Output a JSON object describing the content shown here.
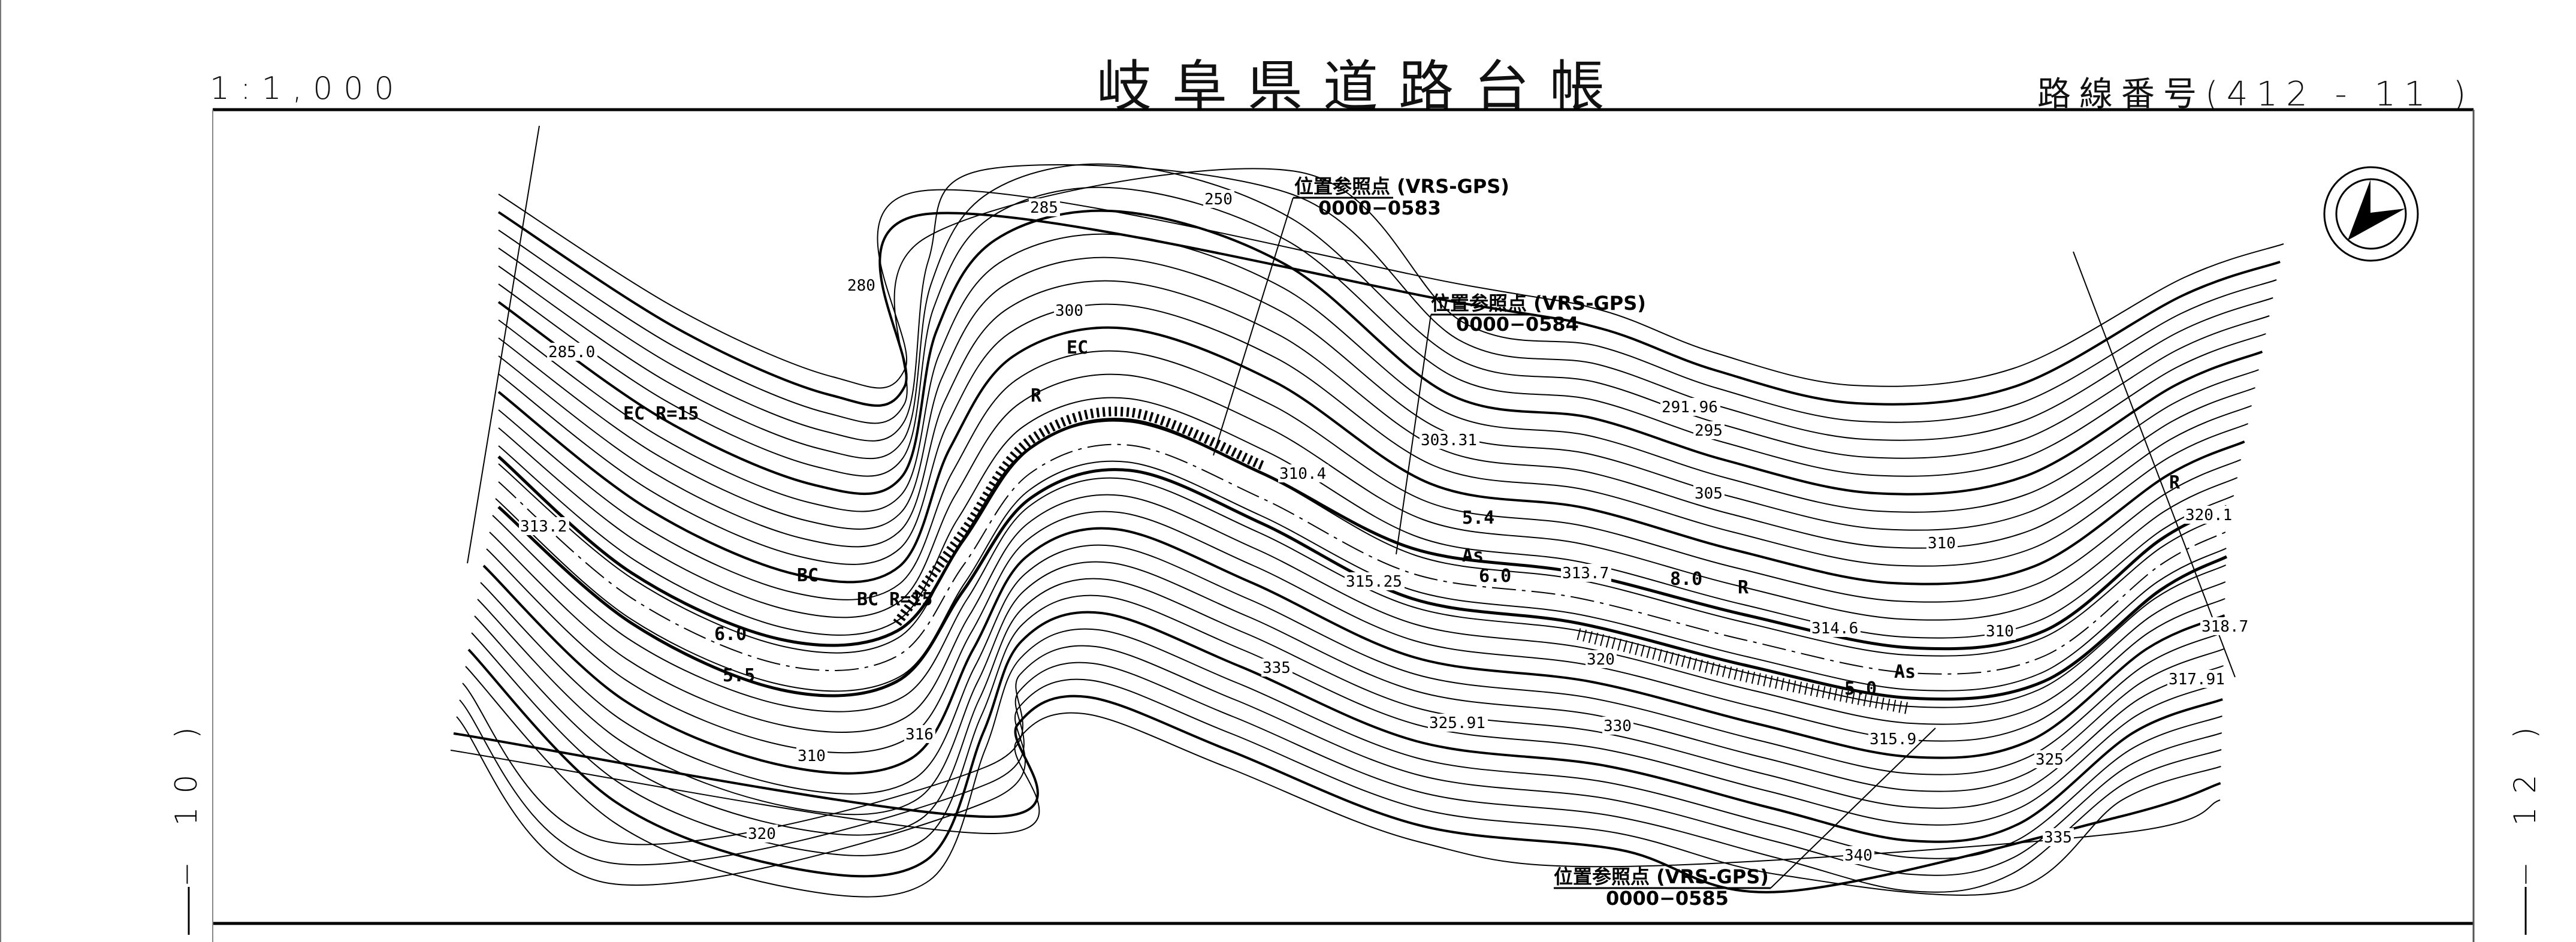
{
  "header": {
    "scale": "1:1,000",
    "title": "岐阜県道路台帳",
    "route_number": "路線番号(412 - 11 )"
  },
  "sheet_links": {
    "left": "− 10 )",
    "right": "− 12 )"
  },
  "north_arrow": {
    "icon": "north-arrow-icon"
  },
  "reference_points": [
    {
      "title": "位置参照点 (VRS-GPS)",
      "code": "0000−0583"
    },
    {
      "title": "位置参照点 (VRS-GPS)",
      "code": "0000−0584"
    },
    {
      "title": "位置参照点 (VRS-GPS)",
      "code": "0000−0585"
    }
  ],
  "elevation_labels": [
    "250",
    "285",
    "280",
    "300",
    "285.0",
    "303.31",
    "291.96",
    "295",
    "305",
    "310.4",
    "313.7",
    "315.25",
    "325.91",
    "320",
    "330",
    "335",
    "310",
    "316",
    "320",
    "340",
    "325",
    "335",
    "318.7",
    "317.91",
    "320.1",
    "315.9",
    "314.6",
    "313.2",
    "310",
    "310"
  ],
  "road_labels": [
    "6.0",
    "5.5",
    "6.0",
    "5.4",
    "8.0",
    "5.0",
    "As",
    "As",
    "R",
    "R",
    "R",
    "BC",
    "EC",
    "BC R=15",
    "EC R=15"
  ]
}
